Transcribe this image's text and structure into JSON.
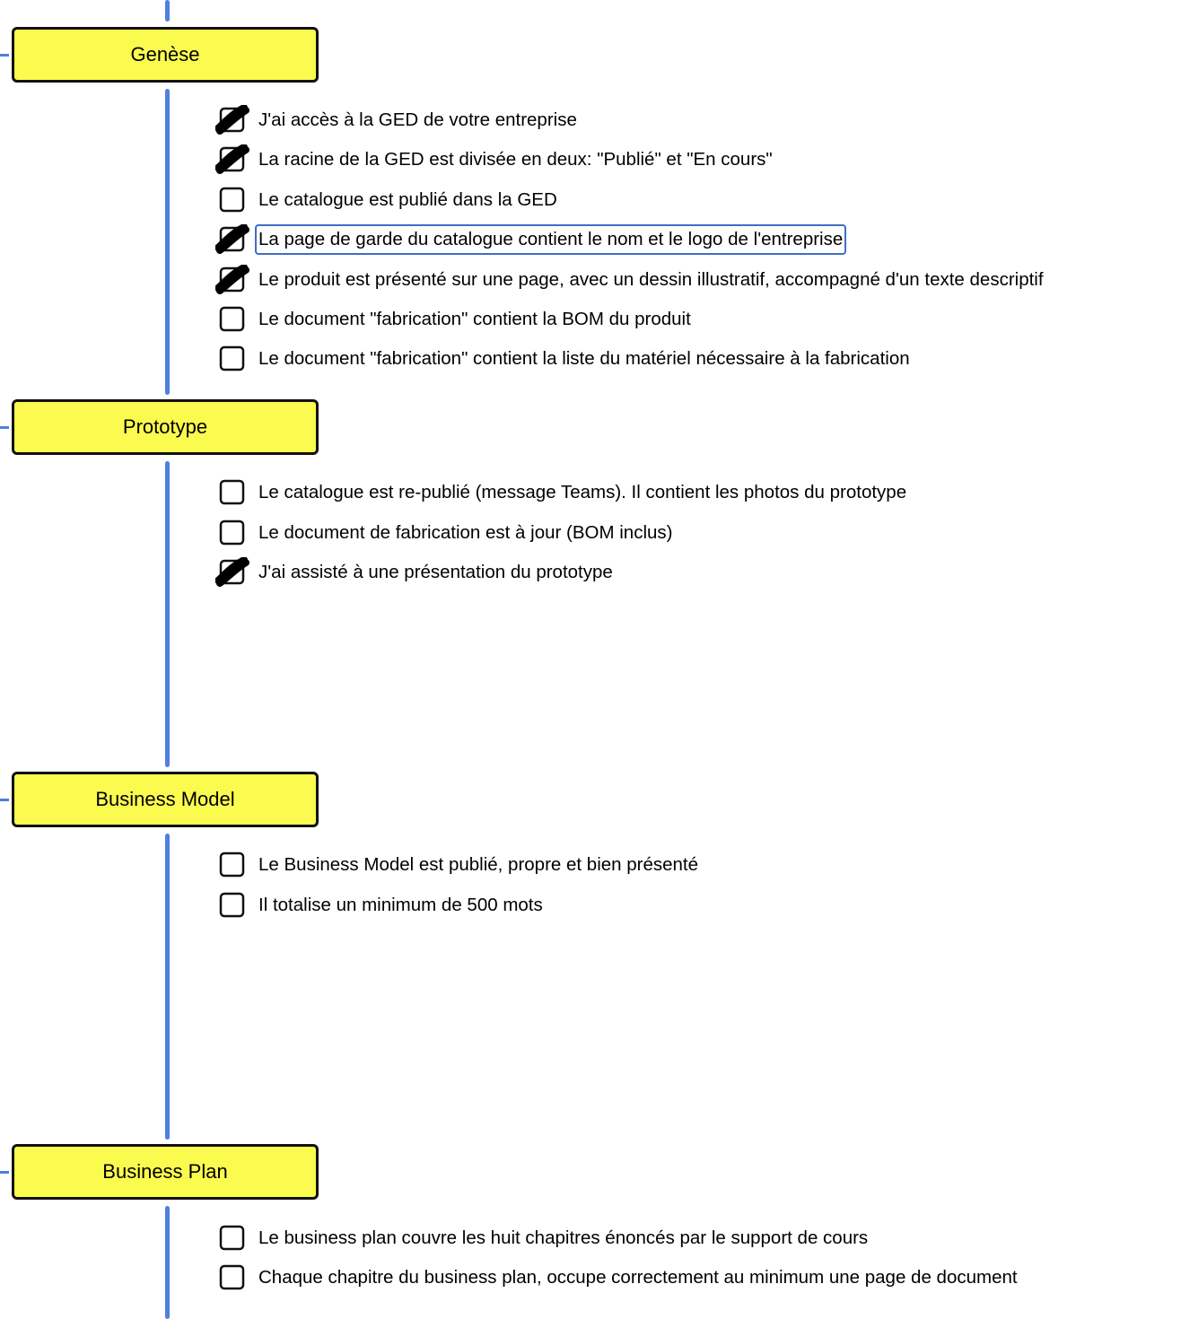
{
  "colors": {
    "timeline": "#4f7fe0",
    "stage_fill": "#fbfb4f",
    "stage_border": "#111111",
    "focus_border": "#3f6cc8"
  },
  "stages": [
    {
      "title": "Genèse",
      "items": [
        {
          "label": "J'ai accès à la GED de votre entreprise",
          "checked": true
        },
        {
          "label": "La racine de la GED est divisée en deux: \"Publié\" et \"En cours\"",
          "checked": true
        },
        {
          "label": "Le catalogue est publié dans la GED",
          "checked": false
        },
        {
          "label": "La page de garde du catalogue contient le nom et le logo de l'entreprise",
          "checked": true,
          "focused": true
        },
        {
          "label": "Le produit est présenté sur une page, avec un dessin illustratif, accompagné d'un texte descriptif",
          "checked": true
        },
        {
          "label": "Le document \"fabrication\" contient la BOM du produit",
          "checked": false
        },
        {
          "label": "Le document \"fabrication\" contient la liste du matériel nécessaire à la fabrication",
          "checked": false
        }
      ]
    },
    {
      "title": "Prototype",
      "items": [
        {
          "label": "Le catalogue est re-publié (message Teams). Il contient les photos du prototype",
          "checked": false
        },
        {
          "label": "Le document de fabrication est à jour (BOM inclus)",
          "checked": false
        },
        {
          "label": "J'ai assisté à une présentation du prototype",
          "checked": true
        }
      ]
    },
    {
      "title": "Business Model",
      "items": [
        {
          "label": "Le Business Model est publié, propre et bien présenté",
          "checked": false
        },
        {
          "label": "Il totalise un minimum de 500 mots",
          "checked": false
        }
      ]
    },
    {
      "title": "Business Plan",
      "items": [
        {
          "label": "Le business plan couvre les huit chapitres énoncés par le support de cours",
          "checked": false
        },
        {
          "label": "Chaque chapitre du business plan, occupe correctement au minimum une page de document",
          "checked": false
        }
      ]
    }
  ]
}
